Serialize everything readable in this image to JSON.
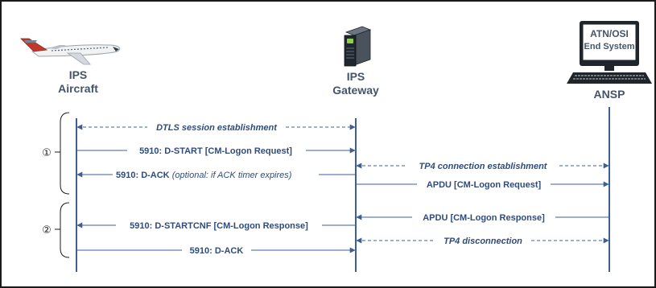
{
  "nodes": {
    "aircraft": {
      "line1": "IPS",
      "line2": "Aircraft"
    },
    "gateway": {
      "line1": "IPS",
      "line2": "Gateway"
    },
    "ansp": {
      "screen_line1": "ATN/OSI",
      "screen_line2": "End System",
      "label": "ANSP"
    }
  },
  "phases": {
    "one": "①",
    "two": "②"
  },
  "messages": {
    "dtls": "DTLS session establishment",
    "d_start": "5910: D-START [CM-Logon Request]",
    "tp4_est": "TP4 connection establishment",
    "d_ack1_main": "5910: D-ACK",
    "d_ack1_note": " (optional: if ACK timer expires)",
    "apdu_req": "APDU [CM-Logon Request]",
    "apdu_resp": "APDU [CM-Logon Response]",
    "d_startcnf": "5910: D-STARTCNF [CM-Logon Response]",
    "tp4_disc": "TP4 disconnection",
    "d_ack2": "5910: D-ACK"
  },
  "colors": {
    "lifeline": "#3e5f94",
    "text": "#2f4b7c",
    "label": "#44546a",
    "plane_stripe": "#c0392b"
  }
}
